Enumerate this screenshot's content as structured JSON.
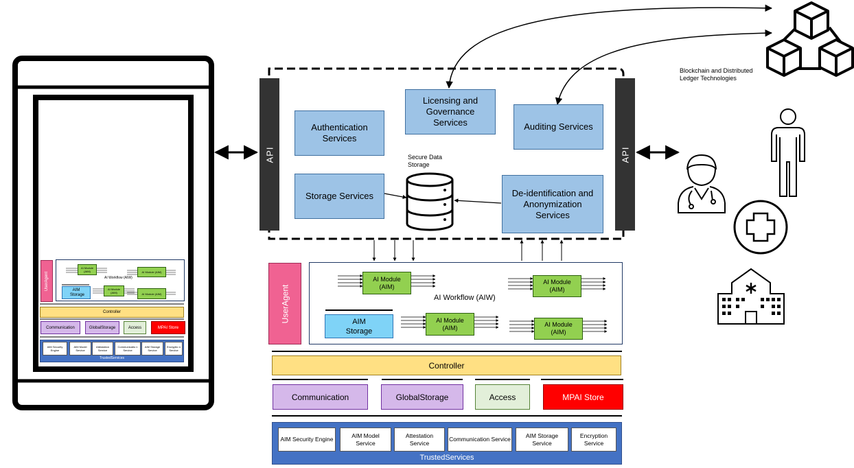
{
  "api_label": "API",
  "services": {
    "authentication": "Authentication Services",
    "licensing": "Licensing and Governance Services",
    "auditing": "Auditing Services",
    "storage": "Storage Services",
    "deidentification": "De-identification and Anonymization Services"
  },
  "secure_storage_label": "Secure Data Storage",
  "blockchain_label": "Blockchain and Distributed Ledger Technologies",
  "user_agent": "UserAgent",
  "ai_module": "AI Module (AIM)",
  "ai_workflow": "AI Workflow (AIW)",
  "aim_storage": "AIM Storage",
  "controller": "Controller",
  "communication": "Communication",
  "global_storage": "GlobalStorage",
  "access": "Access",
  "mpai_store": "MPAI Store",
  "trusted_services": {
    "label": "TrustedServices",
    "items": [
      "AIM Security Engine",
      "AIM Model Service",
      "Attestation Service",
      "Communication Service",
      "AIM Storage Service",
      "Encryption Service"
    ]
  },
  "phone_trusted_items": [
    "AIM Security Engine",
    "AIM Model Service",
    "Attestation Service",
    "Communicatio n Service",
    "AIM Storage Service",
    "Encryptio n Service"
  ],
  "colors": {
    "service_blue": "#9dc3e6",
    "api_dark": "#333333",
    "aim_green": "#92d050",
    "user_agent_pink": "#f06292",
    "aim_storage_cyan": "#7fd3f7",
    "controller_yellow": "#ffe083",
    "communication_purple": "#d5b8ea",
    "access_green": "#e2efd9",
    "mpai_red": "#ff0000",
    "trusted_blue": "#4472c4"
  }
}
